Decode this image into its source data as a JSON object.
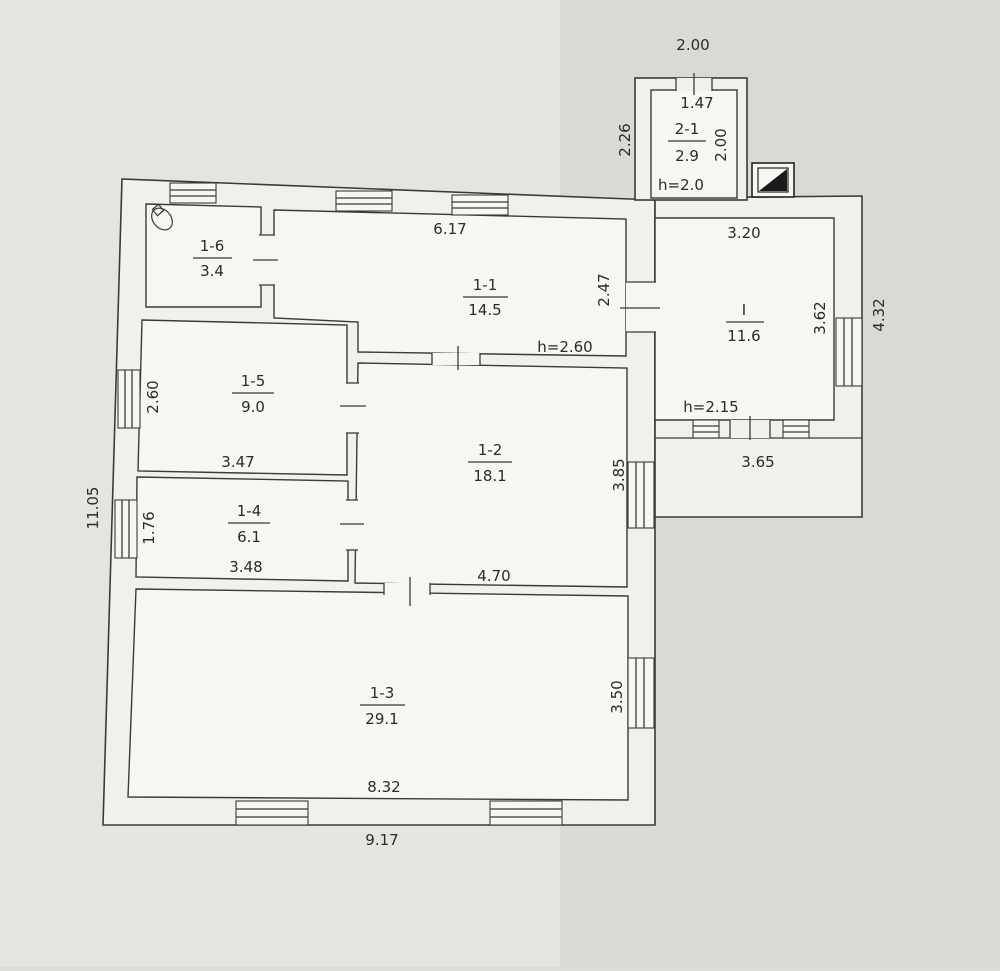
{
  "plan": {
    "rooms": [
      {
        "id": "1-6",
        "area": "3.4"
      },
      {
        "id": "1-1",
        "area": "14.5"
      },
      {
        "id": "1-5",
        "area": "9.0"
      },
      {
        "id": "1-2",
        "area": "18.1"
      },
      {
        "id": "1-4",
        "area": "6.1"
      },
      {
        "id": "1-3",
        "area": "29.1"
      },
      {
        "id": "I",
        "area": "11.6"
      },
      {
        "id": "2-1",
        "area": "2.9"
      }
    ],
    "dimensions": {
      "annex_outer_width": "2.00",
      "annex_inner_width": "1.47",
      "annex_outer_depth": "2.26",
      "annex_inner_depth": "2.00",
      "annex_height": "h=2.0",
      "room_1_1_width": "6.17",
      "room_1_1_depth": "2.47",
      "room_1_1_height": "h=2.60",
      "room_I_width": "3.20",
      "room_I_depth": "3.62",
      "room_I_outer_depth": "4.32",
      "room_I_height": "h=2.15",
      "room_I_outer_width": "3.65",
      "room_1_5_depth": "2.60",
      "room_1_5_width": "3.47",
      "room_1_2_depth": "3.85",
      "room_1_2_width": "4.70",
      "room_1_4_depth": "1.76",
      "room_1_4_width": "3.48",
      "overall_depth": "11.05",
      "room_1_3_depth": "3.50",
      "room_1_3_width": "8.32",
      "overall_width": "9.17"
    }
  }
}
